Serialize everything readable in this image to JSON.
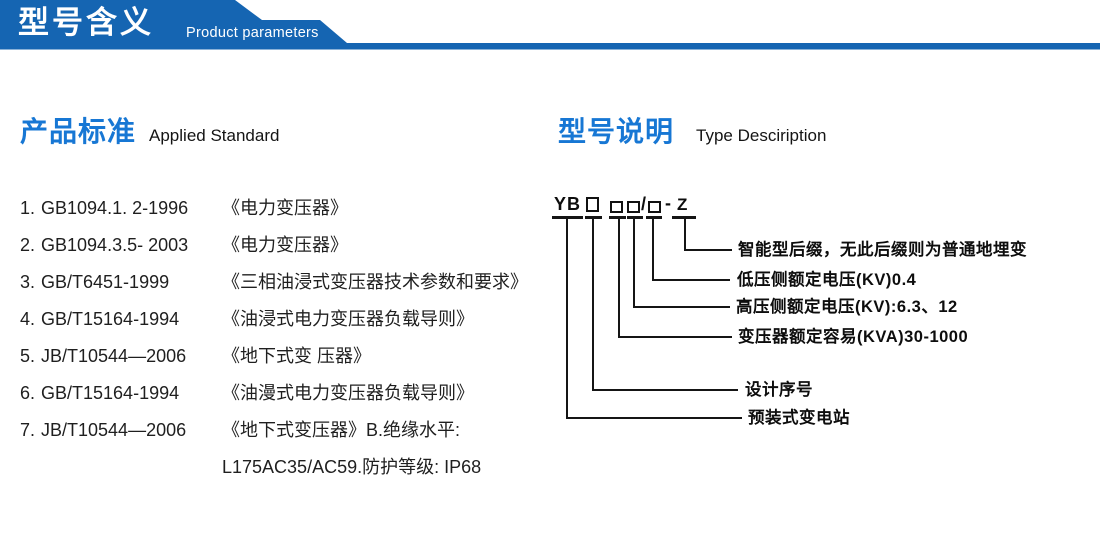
{
  "header": {
    "title_cn": "型号含义",
    "title_en": "Product parameters",
    "banner_color": "#1565b2"
  },
  "left_section": {
    "title_cn": "产品标准",
    "title_en": "Applied Standard",
    "items": [
      {
        "num": "1.",
        "standard": "GB1094.1. 2-1996",
        "title": "《电力变压器》"
      },
      {
        "num": "2.",
        "standard": "GB1094.3.5- 2003",
        "title": "《电力变压器》"
      },
      {
        "num": "3.",
        "standard": "GB/T6451-1999",
        "title": "《三相油浸式变压器技术参数和要求》"
      },
      {
        "num": "4.",
        "standard": "GB/T15164-1994",
        "title": "《油浸式电力变压器负载导则》"
      },
      {
        "num": "5.",
        "standard": "JB/T10544—2006",
        "title": "《地下式变 压器》"
      },
      {
        "num": "6.",
        "standard": "GB/T15164-1994",
        "title": "《油漫式电力变压器负载导则》"
      },
      {
        "num": "7.",
        "standard": "JB/T10544—2006",
        "title": "《地下式变压器》B.绝缘水平:"
      },
      {
        "num": "",
        "standard": "",
        "title": "L175AC35/AC59.防护等级: IP68"
      }
    ]
  },
  "right_section": {
    "title_cn": "型号说明",
    "title_en": "Type Desciription",
    "code": {
      "prefix": "YB",
      "slash": "/",
      "dash": "-",
      "suffix": "Z"
    },
    "labels": [
      "智能型后缀，无此后缀则为普通地埋变",
      "低压侧额定电压(KV)0.4",
      "高压侧额定电压(KV):6.3、12",
      "变压器额定容易(KVA)30-1000",
      "设计序号",
      "预装式变电站"
    ]
  }
}
